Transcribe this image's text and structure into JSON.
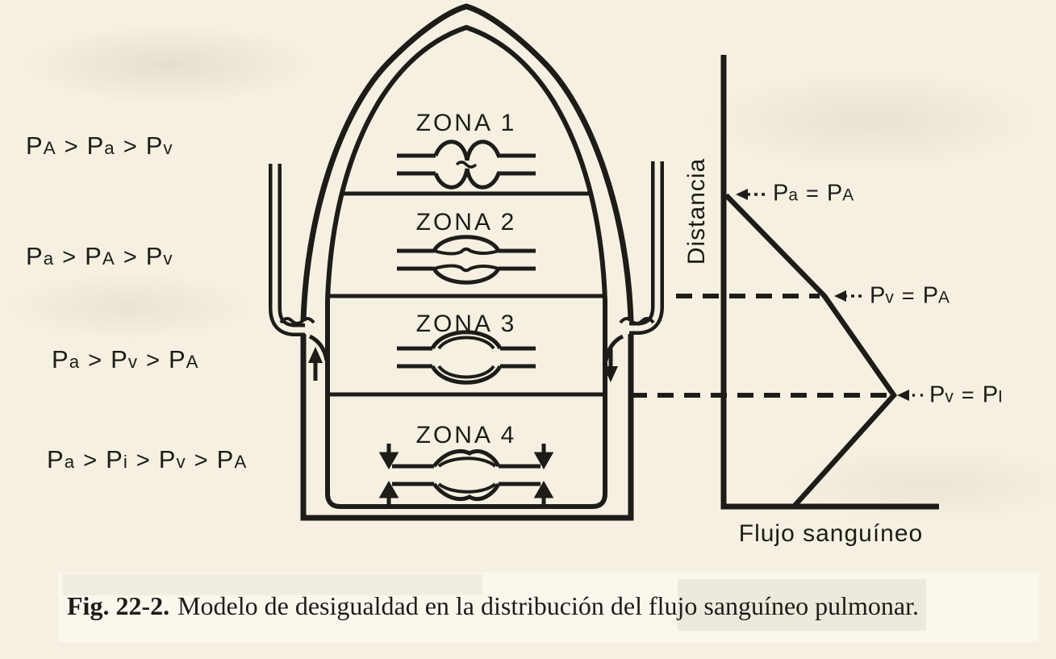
{
  "figure": {
    "colors": {
      "ink": "#1e1c18",
      "paper": "#f5f0e1"
    },
    "pressure_relations": [
      {
        "zone": "1",
        "formula": "P_A > P_a > P_v"
      },
      {
        "zone": "2",
        "formula": "P_a > P_A > P_v"
      },
      {
        "zone": "3",
        "formula": "P_a > P_v > P_A"
      },
      {
        "zone": "4",
        "formula": "P_a > P_i > P_v > P_A"
      }
    ],
    "zones": [
      {
        "label": "ZONA 1",
        "capillary_state": "collapsed"
      },
      {
        "label": "ZONA 2",
        "capillary_state": "partially open"
      },
      {
        "label": "ZONA 3",
        "capillary_state": "distended"
      },
      {
        "label": "ZONA 4",
        "capillary_state": "compressed by interstitial pressure"
      }
    ],
    "graph": {
      "y_axis_label": "Distancia",
      "x_axis_label": "Flujo sanguíneo",
      "annotations": [
        {
          "formula": "P_a = P_A"
        },
        {
          "formula": "P_v = P_A"
        },
        {
          "formula": "P_v = P_I"
        }
      ]
    },
    "caption": {
      "prefix": "Fig. 22-2.",
      "text": "Modelo de desigualdad en la distribución del flujo sanguíneo pulmonar."
    }
  }
}
